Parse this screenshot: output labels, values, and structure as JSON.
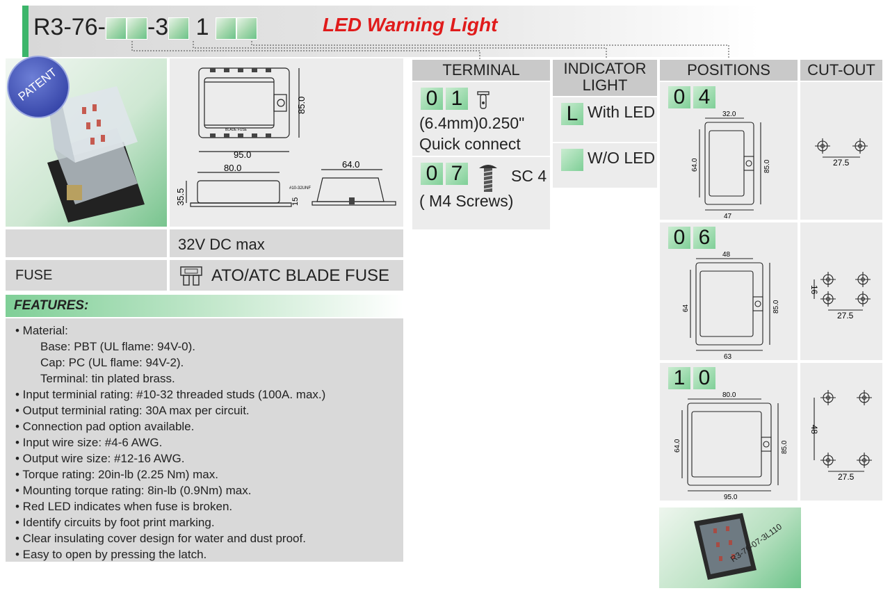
{
  "title_bar": {
    "prefix": "R3-76-",
    "mid": "-3",
    "one": "1",
    "title": "LED Warning Light"
  },
  "patent_badge": "PATENT",
  "spec": {
    "voltage": "32V DC max",
    "fuse_label": "FUSE",
    "fuse_value": "ATO/ATC BLADE FUSE"
  },
  "drawing_main": {
    "dim_width": "95.0",
    "dim_height": "85.0",
    "dim_side_w": "80.0",
    "dim_side_h": "35.5",
    "dim_small": "15",
    "stud_note": "#10-32UNF",
    "dim_end_w": "64.0",
    "blade_fuse": "BLADE FUSE"
  },
  "features": {
    "heading": "FEATURES:",
    "items": [
      "• Material:",
      "Base: PBT (UL flame: 94V-0).",
      "Cap: PC (UL flame: 94V-2).",
      "Terminal: tin plated brass.",
      "• Input terminial rating: #10-32 threaded studs (100A. max.)",
      "• Output terminial rating: 30A max per circuit.",
      "• Connection pad option available.",
      "• Input wire size: #4-6 AWG.",
      "• Output wire size: #12-16 AWG.",
      "• Torque rating: 20in-lb (2.25 Nm) max.",
      "• Mounting torque rating: 8in-lb (0.9Nm) max.",
      "• Red LED indicates when fuse is broken.",
      "• Identify circuits by foot print marking.",
      "• Clear insulating cover design for water and dust proof.",
      "• Easy to open by pressing the latch."
    ]
  },
  "terminal": {
    "header": "TERMINAL",
    "opt1_code": [
      "0",
      "1"
    ],
    "opt1_line1": "(6.4mm)0.250\"",
    "opt1_line2": "Quick connect",
    "opt2_code": [
      "0",
      "7"
    ],
    "opt2_sc": "SC 4",
    "opt2_line": "( M4 Screws)"
  },
  "indicator": {
    "header_line1": "INDICATOR",
    "header_line2": "LIGHT",
    "opt1_code": "L",
    "opt1_label": "With LED",
    "opt2_label": "W/O LED"
  },
  "positions": {
    "header": "POSITIONS",
    "cutout_header": "CUT-OUT",
    "rows": [
      {
        "code": [
          "0",
          "4"
        ],
        "top": "32.0",
        "left": "64.0",
        "right": "85.0",
        "bottom": "47",
        "cut_h": "27.5",
        "cut_v": ""
      },
      {
        "code": [
          "0",
          "6"
        ],
        "top": "48",
        "left": "64",
        "right": "85.0",
        "bottom": "63",
        "cut_h": "27.5",
        "cut_v": "16"
      },
      {
        "code": [
          "1",
          "0"
        ],
        "top": "80.0",
        "left": "64.0",
        "right": "85.0",
        "bottom": "95.0",
        "cut_h": "27.5",
        "cut_v": "48"
      }
    ]
  },
  "photo_caption": "R3-76-07-3L110",
  "colors": {
    "accent_green": "#3cb56a",
    "title_red": "#e01b1b",
    "panel_gray": "#d9d9d9"
  }
}
